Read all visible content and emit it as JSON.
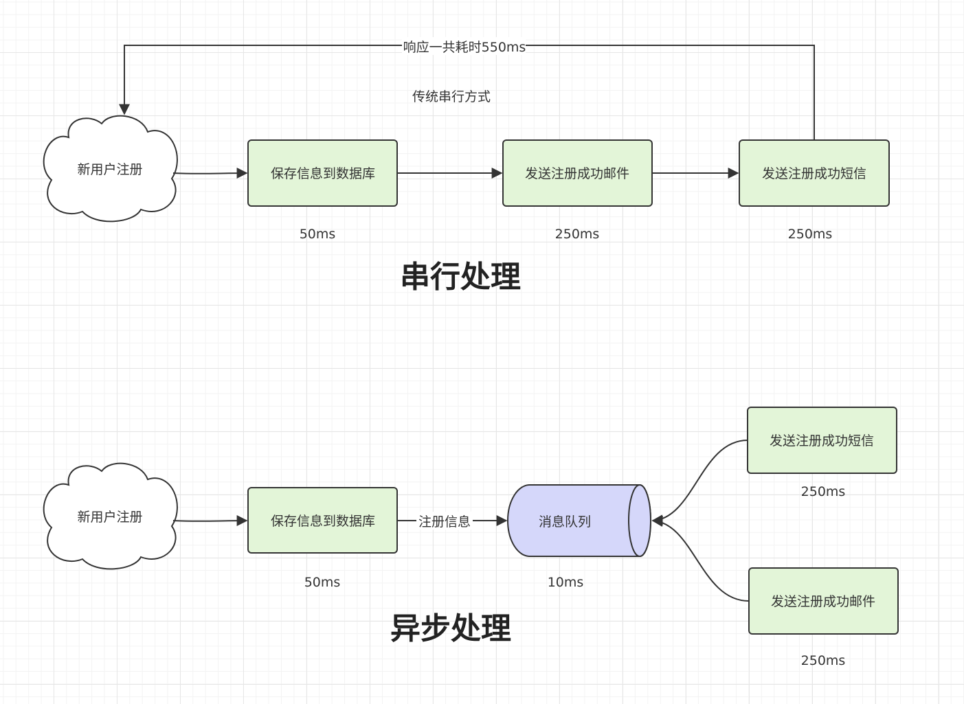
{
  "colors": {
    "stroke": "#333333",
    "process_fill": "#e3f5d8",
    "queue_fill": "#d5d7fa",
    "cloud_fill": "#ffffff"
  },
  "serial": {
    "title": "串行处理",
    "subtitle": "传统串行方式",
    "loop_label": "响应一共耗时550ms",
    "cloud": "新用户注册",
    "steps": [
      {
        "label": "保存信息到数据库",
        "time": "50ms"
      },
      {
        "label": "发送注册成功邮件",
        "time": "250ms"
      },
      {
        "label": "发送注册成功短信",
        "time": "250ms"
      }
    ]
  },
  "async": {
    "title": "异步处理",
    "cloud": "新用户注册",
    "save": {
      "label": "保存信息到数据库",
      "time": "50ms"
    },
    "edge_label": "注册信息",
    "queue": {
      "label": "消息队列",
      "time": "10ms"
    },
    "sms": {
      "label": "发送注册成功短信",
      "time": "250ms"
    },
    "email": {
      "label": "发送注册成功邮件",
      "time": "250ms"
    }
  }
}
